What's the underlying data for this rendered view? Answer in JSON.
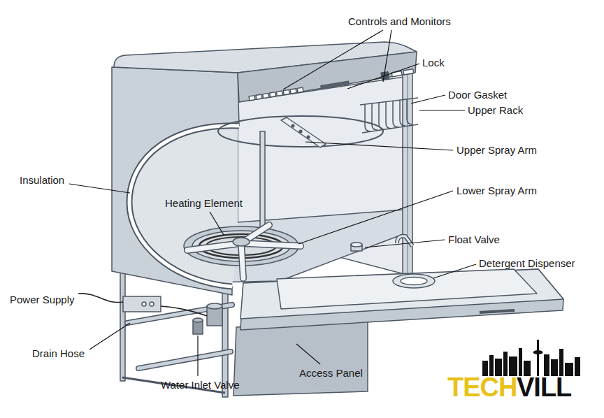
{
  "diagram": {
    "labels": [
      "Controls and Monitors",
      "Lock",
      "Door Gasket",
      "Upper Rack",
      "Upper Spray Arm",
      "Lower Spray Arm",
      "Float Valve",
      "Detergent Dispenser",
      "Insulation",
      "Heating Element",
      "Power Supply",
      "Drain Hose",
      "Water Inlet Valve",
      "Access Panel",
      "TECH",
      "VILL"
    ]
  }
}
